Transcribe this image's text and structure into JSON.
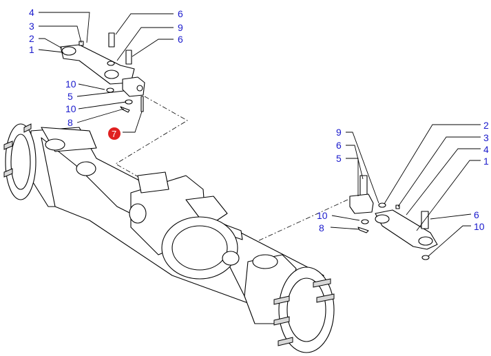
{
  "diagram": {
    "left_group": {
      "labels": [
        "4",
        "3",
        "2",
        "1",
        "6",
        "9",
        "6",
        "10",
        "5",
        "10",
        "8"
      ],
      "highlight": "7"
    },
    "right_group": {
      "labels": [
        "9",
        "6",
        "5",
        "10",
        "8",
        "2",
        "3",
        "4",
        "1",
        "6",
        "10"
      ]
    },
    "colors": {
      "label": "#1a1acc",
      "highlight": "#e02020",
      "line": "#000000"
    }
  }
}
